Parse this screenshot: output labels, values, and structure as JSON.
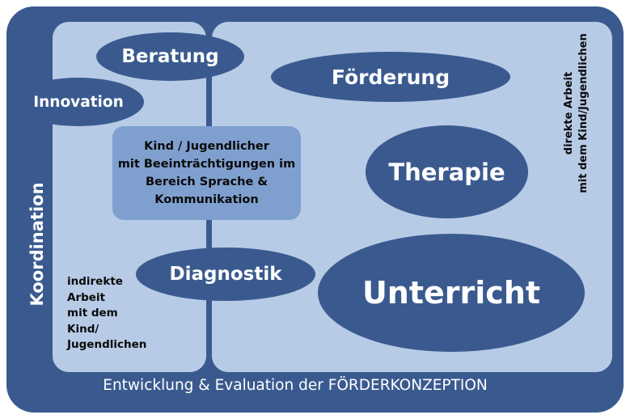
{
  "diagram": {
    "center_lines": [
      "Kind / Jugendlicher",
      "mit Beeinträchtigungen im",
      "Bereich Sprache &",
      "Kommunikation"
    ],
    "ellipses": {
      "beratung": "Beratung",
      "innovation": "Innovation",
      "foerderung": "Förderung",
      "therapie": "Therapie",
      "diagnostik": "Diagnostik",
      "unterricht": "Unterricht"
    },
    "koordination": "Koordination",
    "direct_lines": [
      "direkte Arbeit",
      "mit dem Kind/Jugendlichen"
    ],
    "indirect_lines": [
      "indirekte",
      "Arbeit",
      "mit dem",
      "Kind/",
      "Jugendlichen"
    ],
    "bottom_caption": "Entwicklung & Evaluation der FÖRDERKONZEPTION"
  },
  "colors": {
    "frame": "#3a5a8f",
    "panel": "#b7cbe6",
    "center_box": "#7fa0cf"
  }
}
